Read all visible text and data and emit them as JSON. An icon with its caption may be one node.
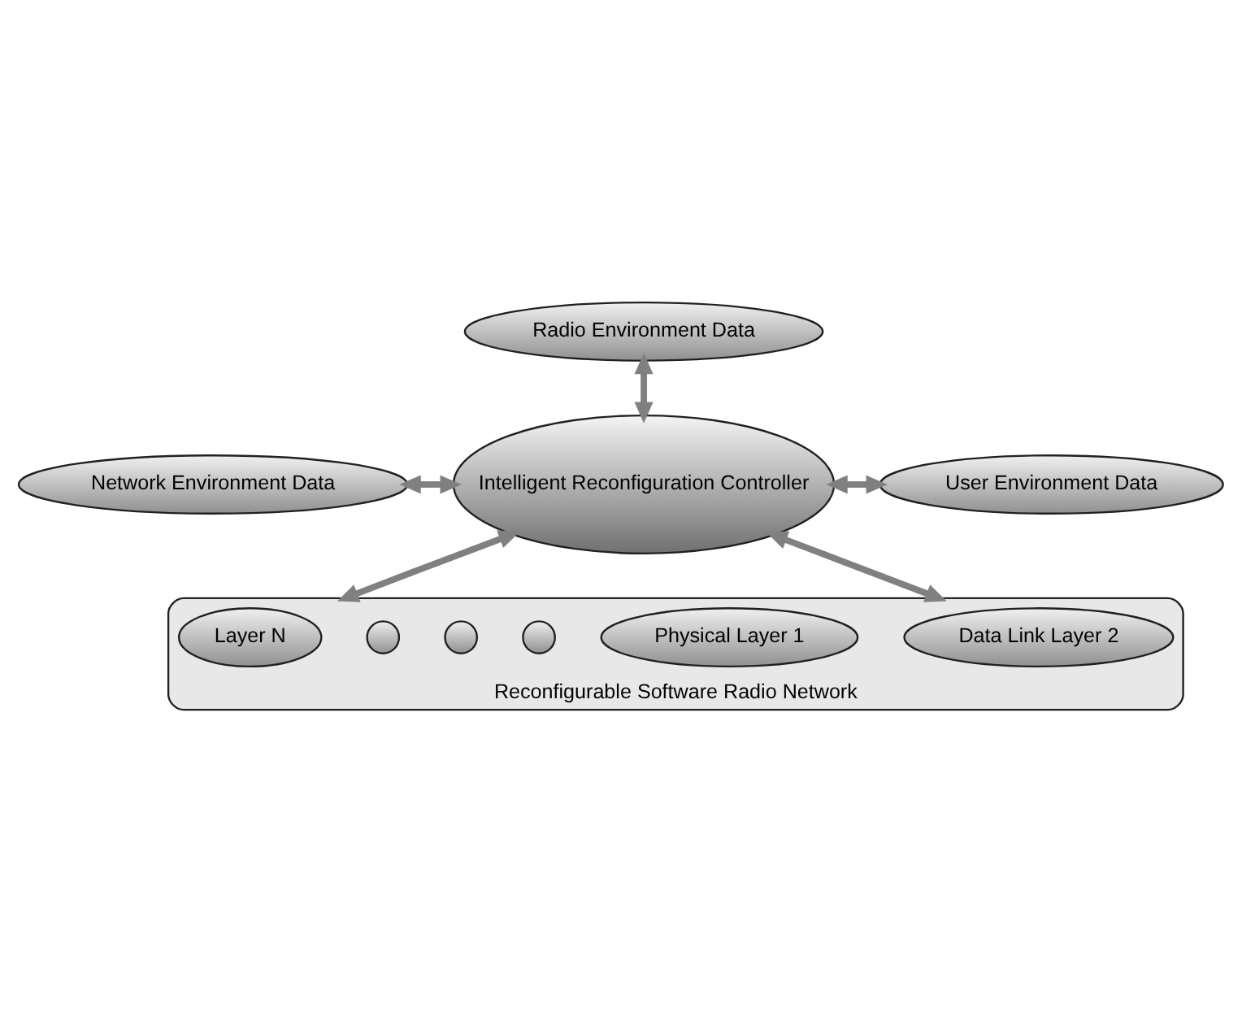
{
  "diagram": {
    "nodes": [
      {
        "text": [
          "Radio Environment Data"
        ]
      },
      {
        "text": [
          "Network Environment Data"
        ]
      },
      {
        "text": [
          "Intelligent Reconfiguration Controller"
        ]
      },
      {
        "text": [
          "User Environment Data"
        ]
      },
      {
        "text": [
          "Reconfigurable Software Radio Network"
        ]
      },
      {
        "text": [
          "Data Link Layer 2"
        ],
        "in": 4
      },
      {
        "text": [
          "Physical Layer 1"
        ],
        "in": 4
      },
      {
        "text": [],
        "shape": "circle",
        "in": 4
      },
      {
        "text": [],
        "shape": "circle",
        "in": 4
      },
      {
        "text": [],
        "shape": "circle",
        "in": 4
      },
      {
        "text": [
          "Layer N"
        ],
        "in": 4
      }
    ],
    "edges": [
      {
        "from": 0,
        "to": 2,
        "arrow": "both"
      },
      {
        "from": 1,
        "to": 2,
        "arrow": "both"
      },
      {
        "from": 2,
        "to": 3,
        "arrow": "both"
      },
      {
        "from": 2,
        "to": 4,
        "arrow": "both"
      },
      {
        "from": 2,
        "to": 4,
        "arrow": "both"
      }
    ]
  }
}
